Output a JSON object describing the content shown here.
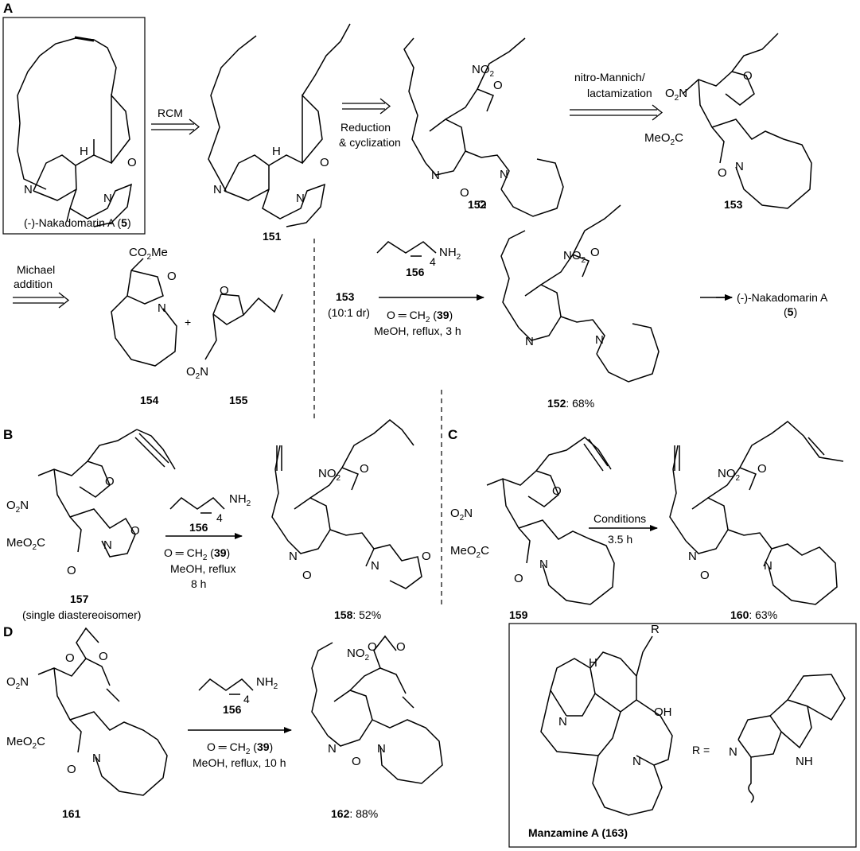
{
  "panels": {
    "a": "A",
    "b": "B",
    "c": "C",
    "d": "D"
  },
  "compounds": {
    "c5": {
      "name": "(-)-Nakadomarin A (",
      "num": "5",
      "close": ")"
    },
    "c151": "151",
    "c152": "152",
    "c153": "153",
    "c154": "154",
    "c155": "155",
    "c156": "156",
    "c157": "157",
    "c157_note": "(single diastereoisomer)",
    "c158": "158",
    "c158_yield": ": 52%",
    "c152_yield": ": 68%",
    "c159": "159",
    "c160": "160",
    "c160_yield": ": 63%",
    "c161": "161",
    "c162": "162",
    "c162_yield": ": 88%",
    "c163_name": "Manzamine A (163)",
    "r_label": "R ="
  },
  "arrows": {
    "rcm": "RCM",
    "reduction_1": "Reduction",
    "reduction_2": "& cyclization",
    "nitro_1": "nitro-Mannich/",
    "nitro_2": "lactamization",
    "michael_1": "Michael",
    "michael_2": "addition",
    "a_sm": "153",
    "a_dr": "(10:1 dr)",
    "a_cond": "MeOH, reflux, 3 h",
    "a_reagent": "O ═ CH",
    "a_reagent_sub": "2",
    "a_reagent_num": "39",
    "a_product": "(-)-Nakadomarin A",
    "a_product_num": "5",
    "b_cond1": "MeOH, reflux",
    "b_cond2": "8 h",
    "c_cond1": "Conditions",
    "c_cond2": "3.5 h",
    "d_cond": "MeOH, reflux, 10 h"
  },
  "atoms": {
    "N": "N",
    "O": "O",
    "H": "H",
    "OH": "OH",
    "NH": "NH",
    "NH2": "NH",
    "sub2": "2",
    "sub4": "4",
    "NO2": "NO",
    "O2N": "O",
    "CO2Me": "CO",
    "Me": "Me",
    "MeO2C": "MeO",
    "C": "C"
  }
}
